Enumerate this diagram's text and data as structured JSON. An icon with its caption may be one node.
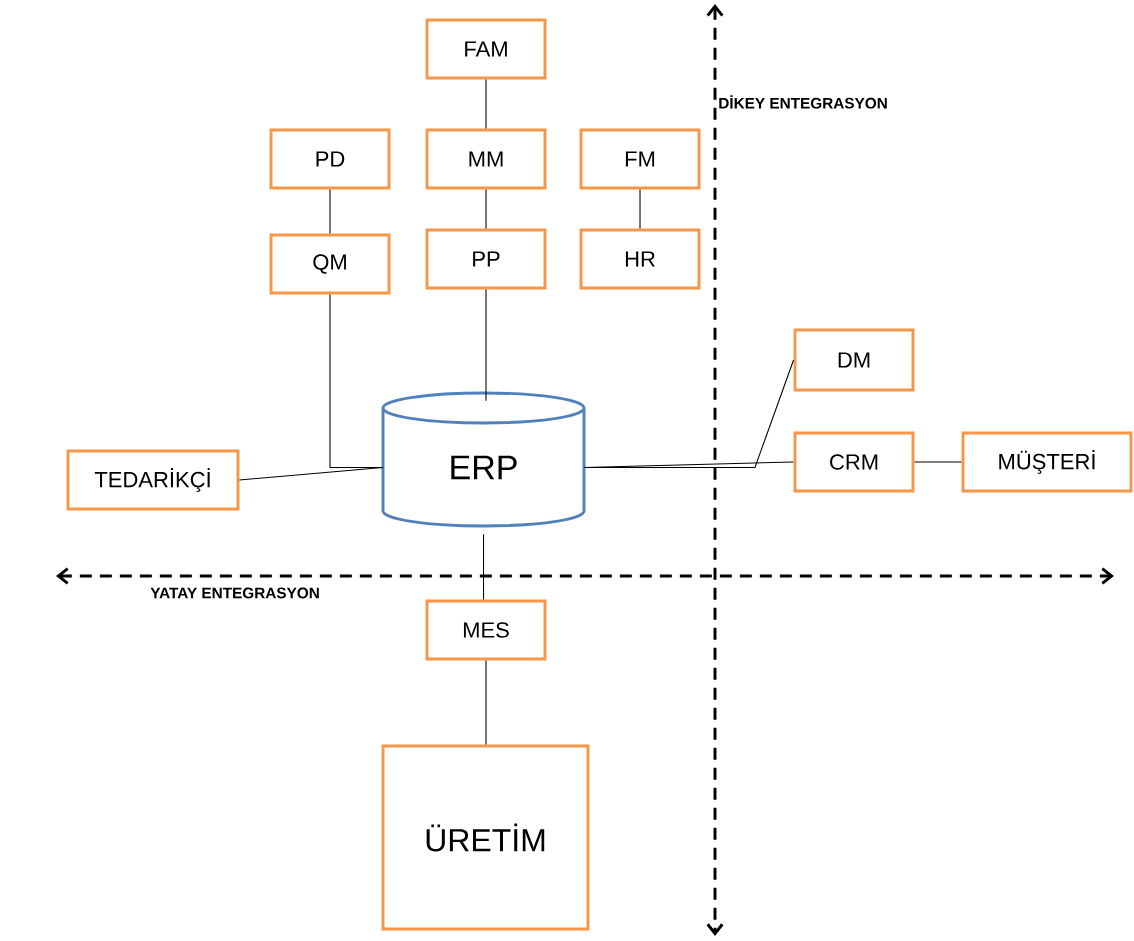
{
  "diagram": {
    "nodes": [
      {
        "text": [
          "FAM"
        ]
      },
      {
        "text": [
          "PD"
        ]
      },
      {
        "text": [
          "MM"
        ]
      },
      {
        "text": [
          "FM"
        ]
      },
      {
        "text": [
          "QM"
        ]
      },
      {
        "text": [
          "PP"
        ]
      },
      {
        "text": [
          "HR"
        ]
      },
      {
        "text": [
          "DM"
        ]
      },
      {
        "text": [
          "TEDARİKÇİ"
        ]
      },
      {
        "text": [
          "ERP"
        ]
      },
      {
        "text": [
          "CRM"
        ]
      },
      {
        "text": [
          "MÜŞTERİ"
        ]
      },
      {
        "text": [
          "MES"
        ]
      },
      {
        "text": [
          "ÜRETİM"
        ]
      }
    ],
    "edges": [
      {
        "from": 0,
        "to": 2,
        "arrow": "none"
      },
      {
        "from": 2,
        "to": 5,
        "arrow": "none"
      },
      {
        "from": 1,
        "to": 4,
        "arrow": "none"
      },
      {
        "from": 3,
        "to": 6,
        "arrow": "none"
      },
      {
        "from": 5,
        "to": 9,
        "arrow": "none"
      },
      {
        "from": 4,
        "to": 9,
        "arrow": "none"
      },
      {
        "from": 8,
        "to": 9,
        "arrow": "none"
      },
      {
        "from": 9,
        "to": 7,
        "arrow": "none"
      },
      {
        "from": 9,
        "to": 10,
        "arrow": "none"
      },
      {
        "from": 10,
        "to": 11,
        "arrow": "none"
      },
      {
        "from": 9,
        "to": 12,
        "arrow": "none"
      },
      {
        "from": 12,
        "to": 13,
        "arrow": "none"
      }
    ],
    "labels": [
      "DİKEY ENTEGRASYON",
      "YATAY ENTEGRASYON"
    ]
  }
}
